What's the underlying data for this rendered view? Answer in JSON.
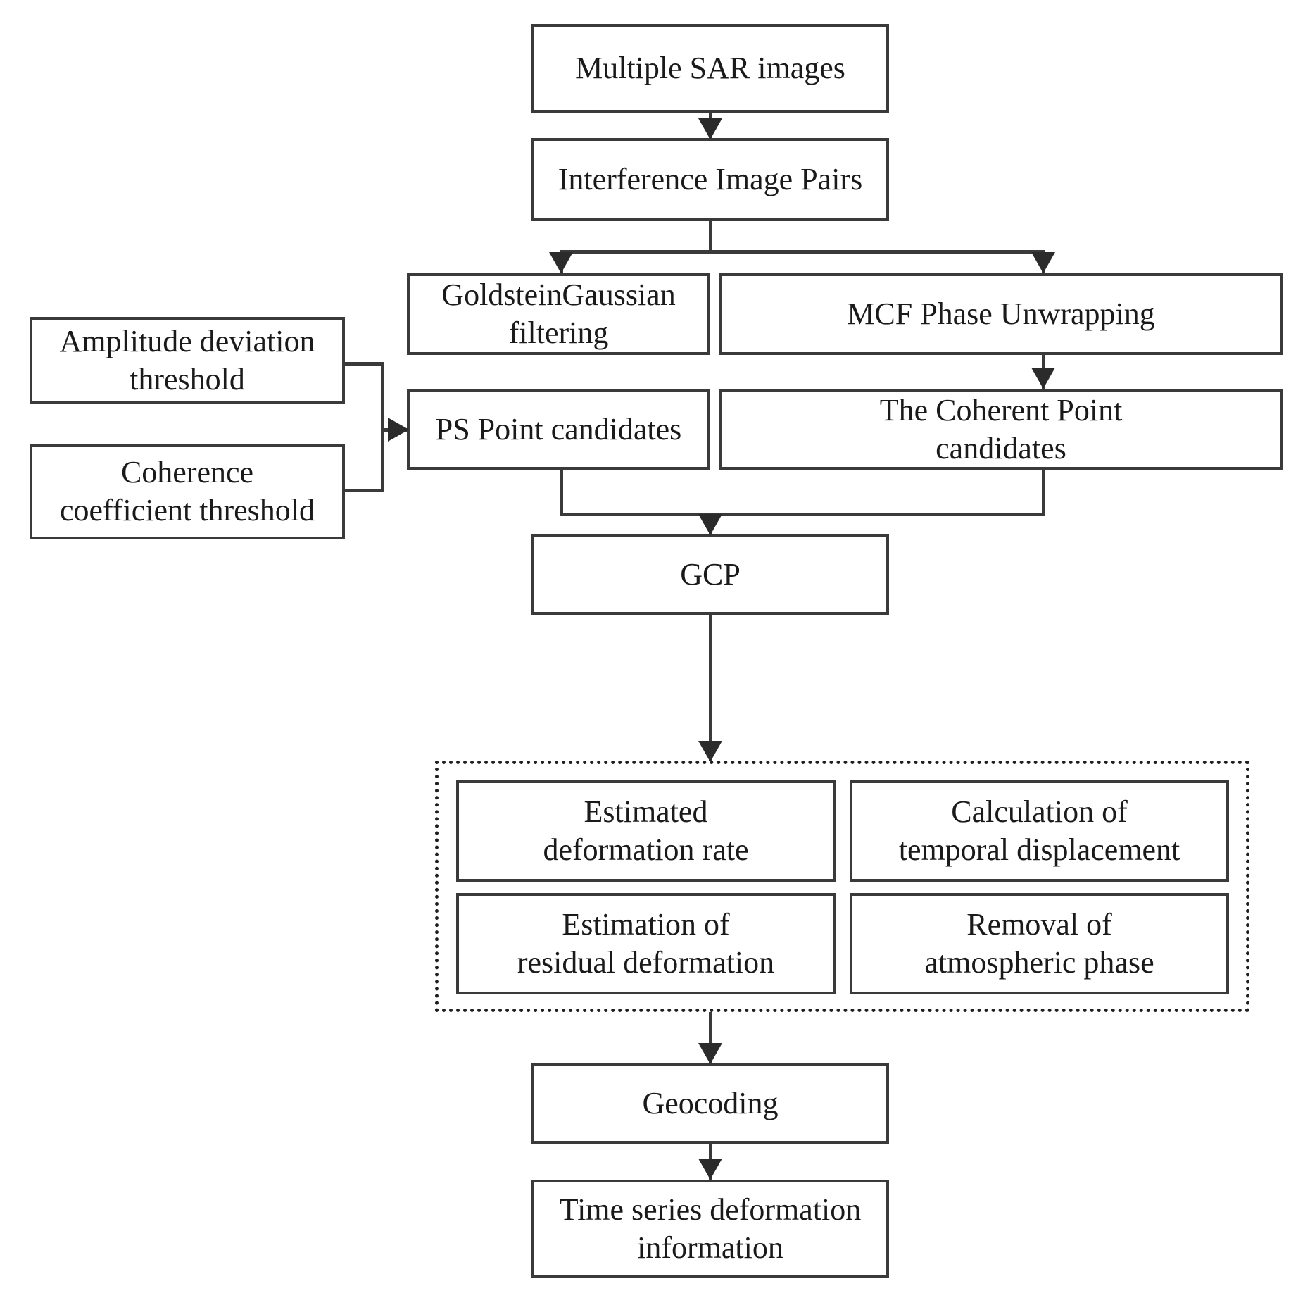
{
  "diagram": {
    "title": "PS-InSAR time series deformation processing flowchart",
    "colors": {
      "box_border": "#3a3a3a",
      "connector": "#3a3a3a",
      "group_border": "#1f1f1f",
      "text": "#1a1a1a",
      "background": "#ffffff"
    },
    "nodes": {
      "multiple_sar_images": "Multiple SAR images",
      "interference_image_pairs": "Interference Image Pairs",
      "goldstein_gaussian_filtering": "GoldsteinGaussian\nfiltering",
      "mcf_phase_unwrapping": "MCF Phase Unwrapping",
      "amplitude_deviation_threshold": "Amplitude deviation\nthreshold",
      "coherence_coefficient_threshold": "Coherence\ncoefficient threshold",
      "ps_point_candidates": "PS Point candidates",
      "coherent_point_candidates": "The Coherent Point\ncandidates",
      "gcp": "GCP",
      "estimated_deformation_rate": "Estimated\ndeformation rate",
      "calculation_temporal_displacement": "Calculation of\ntemporal displacement",
      "estimation_residual_deformation": "Estimation of\nresidual deformation",
      "removal_atmospheric_phase": "Removal of\natmospheric phase",
      "geocoding": "Geocoding",
      "time_series_deformation_information": "Time series deformation\ninformation"
    },
    "group": {
      "label": ""
    }
  }
}
